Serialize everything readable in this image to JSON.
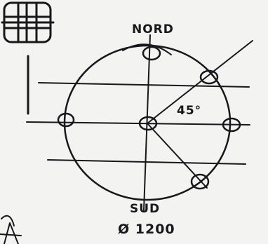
{
  "diagram": {
    "north_label": "NORD",
    "south_label": "SUD",
    "angle_label": "45°",
    "diameter_label": "Ø 1200",
    "ink_color": "#17171c",
    "paper_color": "#f3f3f1"
  }
}
